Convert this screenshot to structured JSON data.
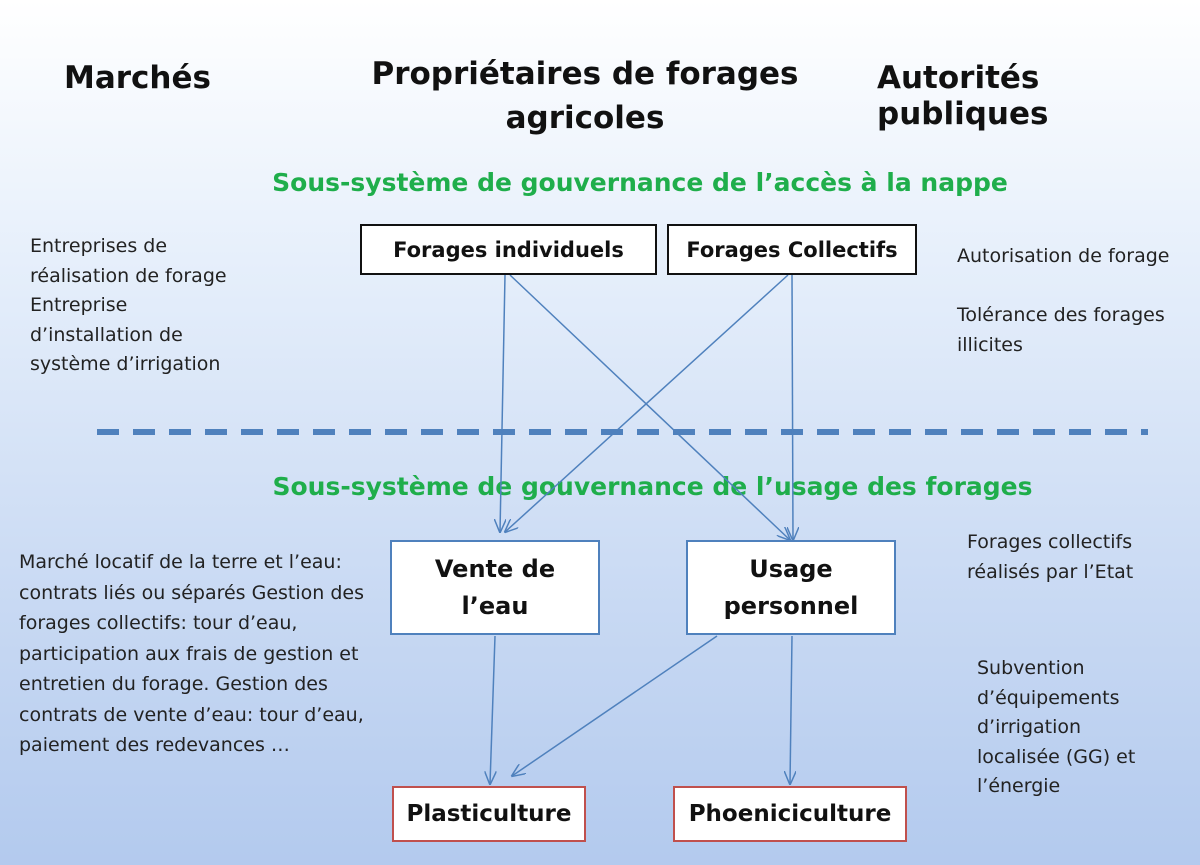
{
  "headers": {
    "left": "Marchés",
    "center": "Propriétaires de forages agricoles",
    "right": "Autorités publiques"
  },
  "subsystems": {
    "top": "Sous-système de gouvernance de l’accès à la nappe",
    "bottom": "Sous-système de gouvernance de l’usage des forages"
  },
  "boxes": {
    "forages_individuels": "Forages individuels",
    "forages_collectifs": "Forages Collectifs",
    "vente_eau": "Vente de l’eau",
    "usage_personnel": "Usage personnel",
    "plasticulture": "Plasticulture",
    "phoeniciculture": "Phoeniciculture"
  },
  "left_texts": {
    "top": "Entreprises de réalisation de forage Entreprise d’installation de système d’irrigation",
    "bottom": "Marché locatif de la terre et l’eau: contrats liés ou séparés Gestion des forages collectifs: tour d’eau, participation aux frais de gestion et entretien du forage. Gestion des contrats de vente d’eau: tour d’eau, paiement des redevances …"
  },
  "right_texts": {
    "autorisation": "Autorisation de forage",
    "tolerance": "Tolérance des  forages illicites",
    "forages_etat": "Forages collectifs réalisés par l’Etat",
    "subvention": "Subvention d’équipements d’irrigation localisée (GG) et l’énergie"
  },
  "colors": {
    "subtitle": "#1fae4b",
    "arrow": "#4f81bd",
    "box_black": "#111111",
    "box_blue": "#4f81bd",
    "box_red": "#c0504d"
  }
}
